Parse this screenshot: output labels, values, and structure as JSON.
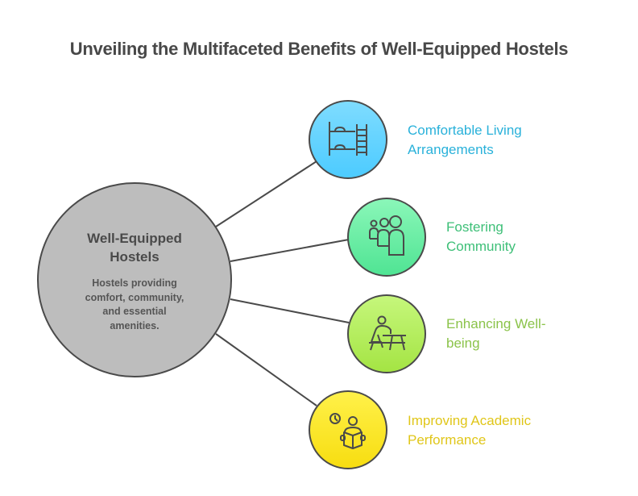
{
  "title": "Unveiling the Multifaceted Benefits of Well-Equipped Hostels",
  "hub": {
    "title_line1": "Well-Equipped",
    "title_line2": "Hostels",
    "description_lines": [
      "Hostels providing",
      "comfort, community,",
      "and essential",
      "amenities."
    ],
    "fill": "#bdbdbd",
    "stroke": "#4a4a4a"
  },
  "nodes": [
    {
      "icon": "bunk-bed-icon",
      "label_lines": [
        "Comfortable Living",
        "Arrangements"
      ],
      "color": "#29b1da",
      "fill_top": "#7fdcff",
      "fill_bottom": "#4ccbff"
    },
    {
      "icon": "community-group-icon",
      "label_lines": [
        "Fostering",
        "Community"
      ],
      "color": "#3dbf77",
      "fill_top": "#8bf7b9",
      "fill_bottom": "#4fe493"
    },
    {
      "icon": "person-at-desk-icon",
      "label_lines": [
        "Enhancing Well-",
        "being"
      ],
      "color": "#8bc34a",
      "fill_top": "#c6f77c",
      "fill_bottom": "#a4e443"
    },
    {
      "icon": "student-reading-clock-icon",
      "label_lines": [
        "Improving Academic",
        "Performance"
      ],
      "color": "#e0c619",
      "fill_top": "#fff14a",
      "fill_bottom": "#f7dd10"
    }
  ]
}
